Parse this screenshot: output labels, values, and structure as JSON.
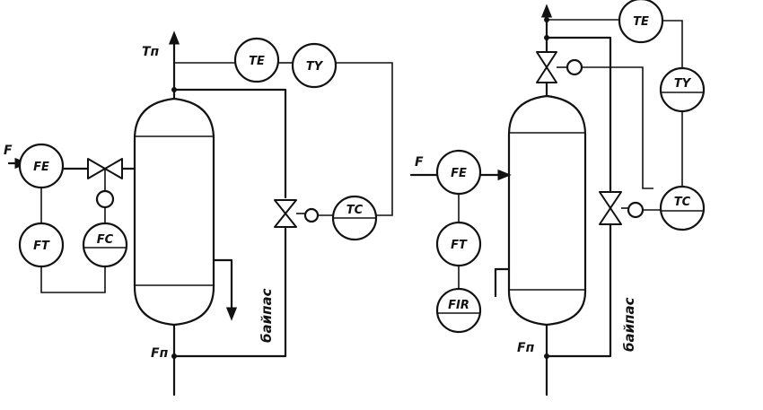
{
  "diagram": {
    "left": {
      "stream_feed": "F",
      "stream_top": "Tп",
      "stream_bottom": "Fп",
      "bypass": "байпас",
      "instruments": {
        "fe": "FE",
        "ft": "FT",
        "fc": "FC",
        "te": "TE",
        "ty": "TY",
        "tc": "TC"
      }
    },
    "right": {
      "stream_feed": "F",
      "stream_bottom": "Fп",
      "bypass": "байпас",
      "instruments": {
        "fe": "FE",
        "ft": "FT",
        "fir": "FIR",
        "te": "TE",
        "ty": "TY",
        "tc": "TC"
      }
    }
  }
}
